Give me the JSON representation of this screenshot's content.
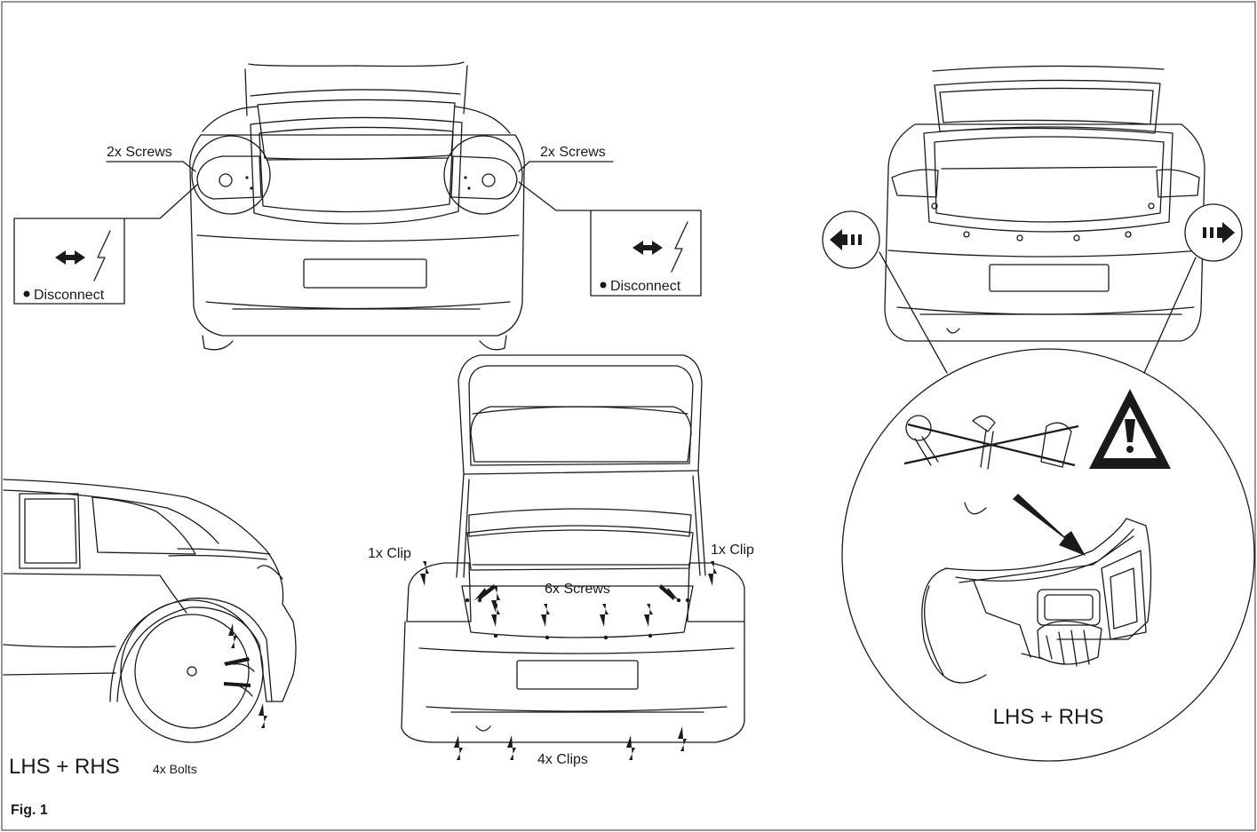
{
  "labels": {
    "screws_left": "2x Screws",
    "screws_right": "2x Screws",
    "disconnect_left": "Disconnect",
    "disconnect_right": "Disconnect",
    "clip_left": "1x Clip",
    "clip_right": "1x Clip",
    "screws_center": "6x Screws",
    "clips_bottom": "4x Clips",
    "side_sides": "LHS + RHS",
    "bolts": "4x Bolts",
    "detail_sides": "LHS + RHS",
    "figure": "Fig. 1"
  },
  "colors": {
    "line": "#1a1a1a",
    "background": "#ffffff"
  },
  "icons": [
    "bulb-disconnect-icon",
    "lightning-icon",
    "pull-left-arrow-icon",
    "pull-right-arrow-icon",
    "warning-triangle-icon",
    "crossed-fasteners-icon",
    "force-arrow-icon"
  ]
}
